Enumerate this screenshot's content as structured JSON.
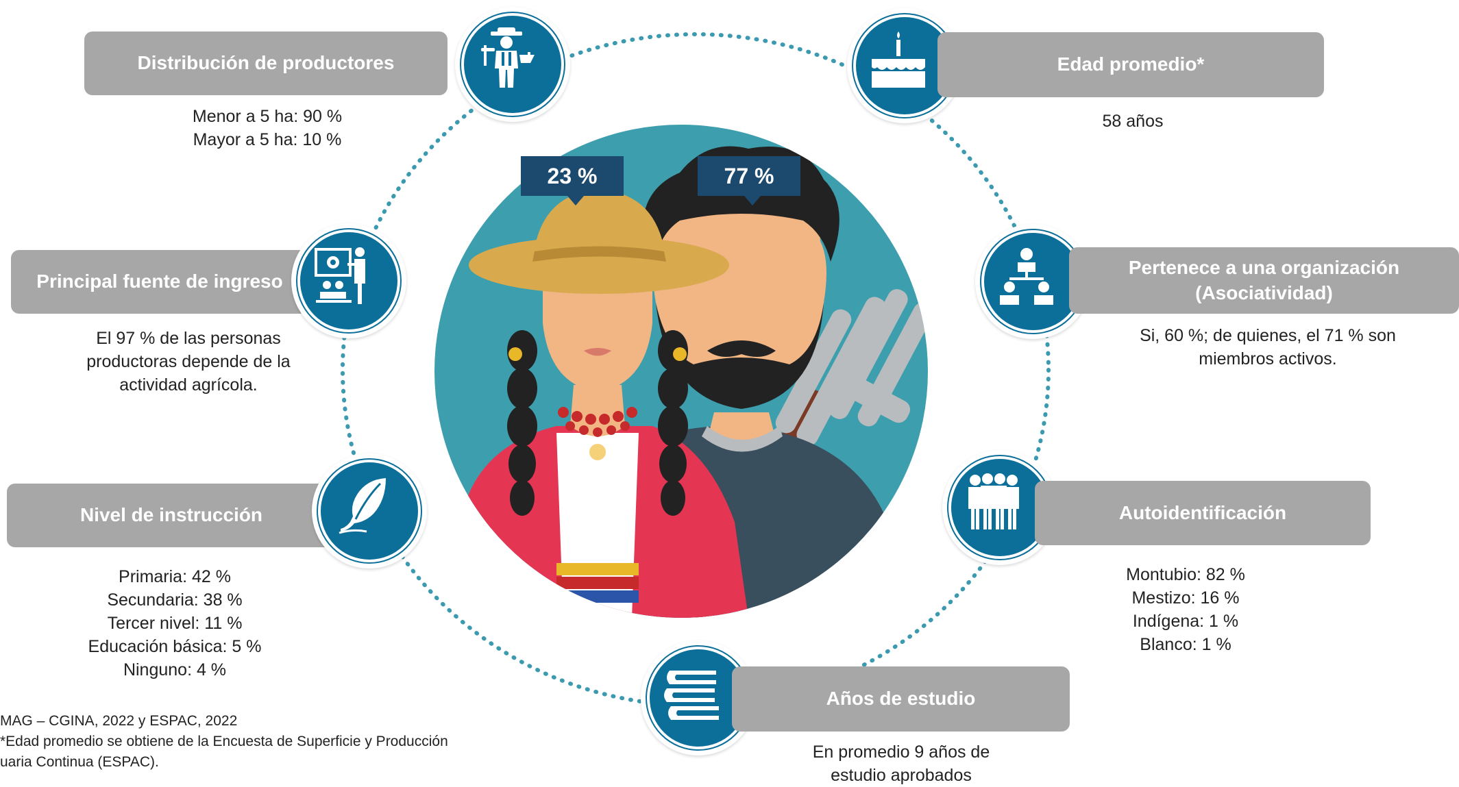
{
  "percent_women": "23 %",
  "percent_men": "77 %",
  "sections": {
    "distribucion": {
      "title": "Distribución de productores",
      "lines": [
        "Menor a 5 ha: 90 %",
        "Mayor a 5 ha: 10 %"
      ],
      "icon": "farmer-icon"
    },
    "edad": {
      "title": "Edad promedio*",
      "lines": [
        "58 años"
      ],
      "icon": "cake-icon"
    },
    "ingreso": {
      "title": "Principal fuente de ingreso",
      "lines": [
        "El 97 % de las personas",
        "productoras depende de la",
        "actividad agrícola."
      ],
      "icon": "presentation-icon"
    },
    "organizacion": {
      "title_line1": "Pertenece a una organización",
      "title_line2": "(Asociatividad)",
      "lines": [
        "Si, 60 %; de quienes, el 71 % son",
        "miembros activos."
      ],
      "icon": "organization-icon"
    },
    "instruccion": {
      "title": "Nivel de instrucción",
      "lines": [
        "Primaria: 42 %",
        "Secundaria: 38 %",
        "Tercer nivel: 11 %",
        "Educación básica: 5 %",
        "Ninguno: 4 %"
      ],
      "icon": "quill-icon"
    },
    "autoidentificacion": {
      "title": "Autoidentificación",
      "lines": [
        "Montubio: 82 %",
        "Mestizo: 16 %",
        "Indígena: 1 %",
        "Blanco: 1 %"
      ],
      "icon": "group-people-icon"
    },
    "estudio": {
      "title": "Años de estudio",
      "lines": [
        "En promedio 9 años de",
        "estudio aprobados"
      ],
      "icon": "books-icon"
    }
  },
  "footnote": {
    "line1": "MAG – CGINA, 2022 y ESPAC, 2022",
    "line2": "*Edad promedio se obtiene de la Encuesta de Superficie y Producción",
    "line3": "uaria Continua (ESPAC)."
  },
  "colors": {
    "badge": "#0c6f99",
    "banner": "#a7a7a8",
    "ring": "#3b9ab0",
    "circle": "#3d9fae",
    "tag": "#1c4a6e"
  }
}
